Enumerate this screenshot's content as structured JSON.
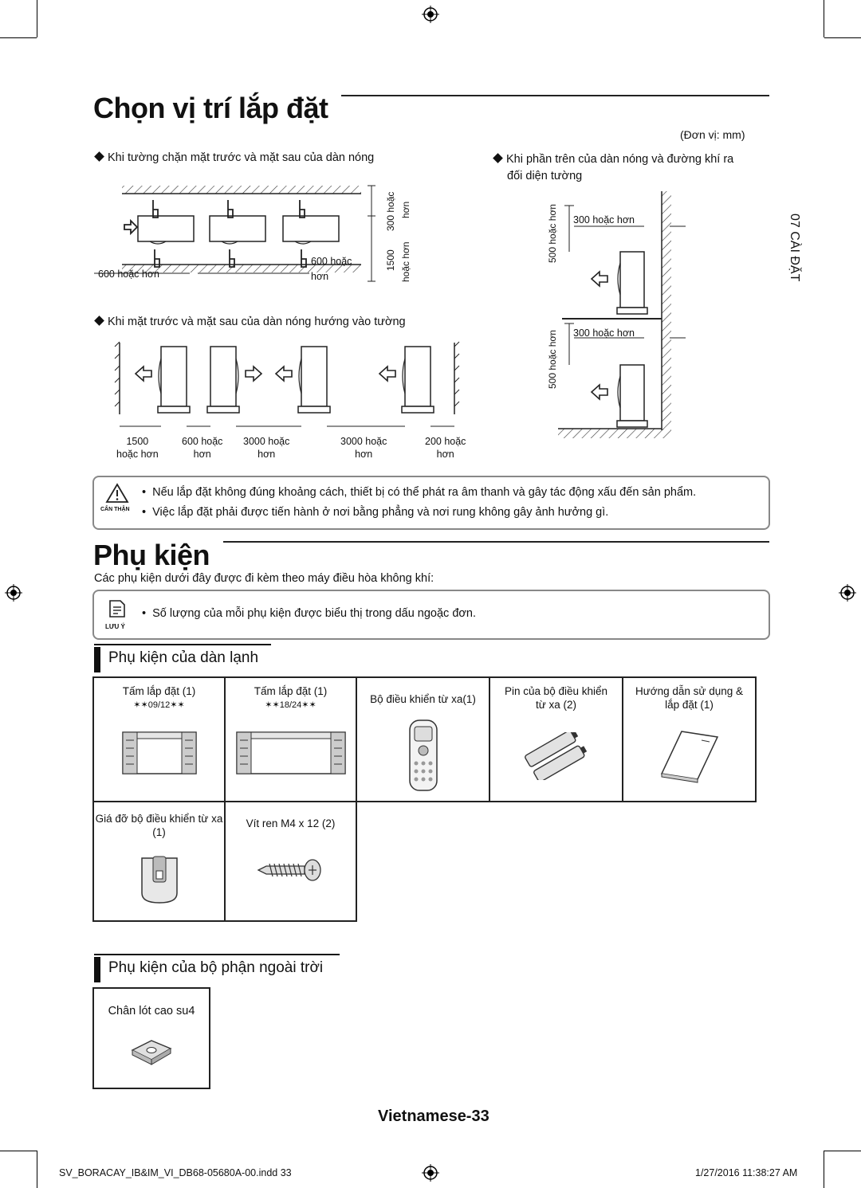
{
  "section1": {
    "title": "Chọn vị trí lắp đặt",
    "unit_note": "(Đơn vị: mm)",
    "case_a": "Khi tường chặn mặt trước và mặt sau của dàn nóng",
    "case_b": "Khi mặt trước và mặt sau của dàn nóng hướng vào tường",
    "case_c_line1": "Khi phần trên của dàn nóng và đường khí ra",
    "case_c_line2": "đối diện tường",
    "diagram_a": {
      "left_gap": "600 hoặc hơn",
      "mid_gap_1": "600 hoặc",
      "mid_gap_2": "hơn",
      "top_gap_1": "300 hoặc",
      "top_gap_2": "hơn",
      "height_1": "1500",
      "height_2": "hoặc hơn"
    },
    "diagram_b": {
      "d1": [
        "1500",
        "hoặc hơn"
      ],
      "d2": [
        "600 hoặc",
        "hơn"
      ],
      "d3": [
        "3000 hoặc",
        "hơn"
      ],
      "d4": [
        "3000 hoặc",
        "hơn"
      ],
      "d5": [
        "200 hoặc",
        "hơn"
      ]
    },
    "diagram_c": {
      "side_top": "500 hoặc hơn",
      "gap_top": "300 hoặc hơn",
      "side_bottom": "500 hoặc hơn",
      "gap_bottom": "300 hoặc hơn"
    },
    "caution": {
      "label": "CẨN THẬN",
      "items": [
        "Nếu lắp đặt không đúng khoảng cách, thiết bị có thể phát ra âm thanh và gây tác động xấu đến sản phẩm.",
        "Việc lắp đặt phải được tiến hành ở nơi bằng phẳng và nơi rung không gây ảnh hưởng gì."
      ]
    }
  },
  "side_tab": "07  CÀI ĐẶT",
  "section2": {
    "title": "Phụ kiện",
    "intro": "Các phụ kiện dưới đây được đi kèm theo máy điều hòa không khí:",
    "note": {
      "label": "LƯU Ý",
      "text": "Số lượng của mỗi phụ kiện được biểu thị trong dấu ngoặc đơn."
    },
    "indoor": {
      "heading": "Phụ kiện của dàn lạnh",
      "items": [
        {
          "label": "Tấm lắp đặt (1)",
          "sub": "✶✶09/12✶✶",
          "icon": "mounting-plate-small-icon"
        },
        {
          "label": "Tấm lắp đặt (1)",
          "sub": "✶✶18/24✶✶",
          "icon": "mounting-plate-large-icon"
        },
        {
          "label": "Bộ điều khiển từ xa(1)",
          "sub": "",
          "icon": "remote-control-icon"
        },
        {
          "label": "Pin của bộ điều khiển từ xa (2)",
          "sub": "",
          "icon": "battery-icon"
        },
        {
          "label": "Hướng dẫn sử dụng & lắp đặt (1)",
          "sub": "",
          "icon": "manual-book-icon"
        },
        {
          "label": "Giá đỡ bộ điều khiển từ xa (1)",
          "sub": "",
          "icon": "remote-holder-icon"
        },
        {
          "label": "Vít ren M4 x 12 (2)",
          "sub": "",
          "icon": "screw-icon"
        }
      ]
    },
    "outdoor": {
      "heading": "Phụ kiện của bộ phận ngoài trời",
      "items": [
        {
          "label": "Chân lót cao su4",
          "icon": "rubber-foot-icon"
        }
      ]
    }
  },
  "page_number": "Vietnamese-33",
  "footer": {
    "file": "SV_BORACAY_IB&IM_VI_DB68-05680A-00.indd   33",
    "timestamp": "1/27/2016   11:38:27 AM"
  }
}
